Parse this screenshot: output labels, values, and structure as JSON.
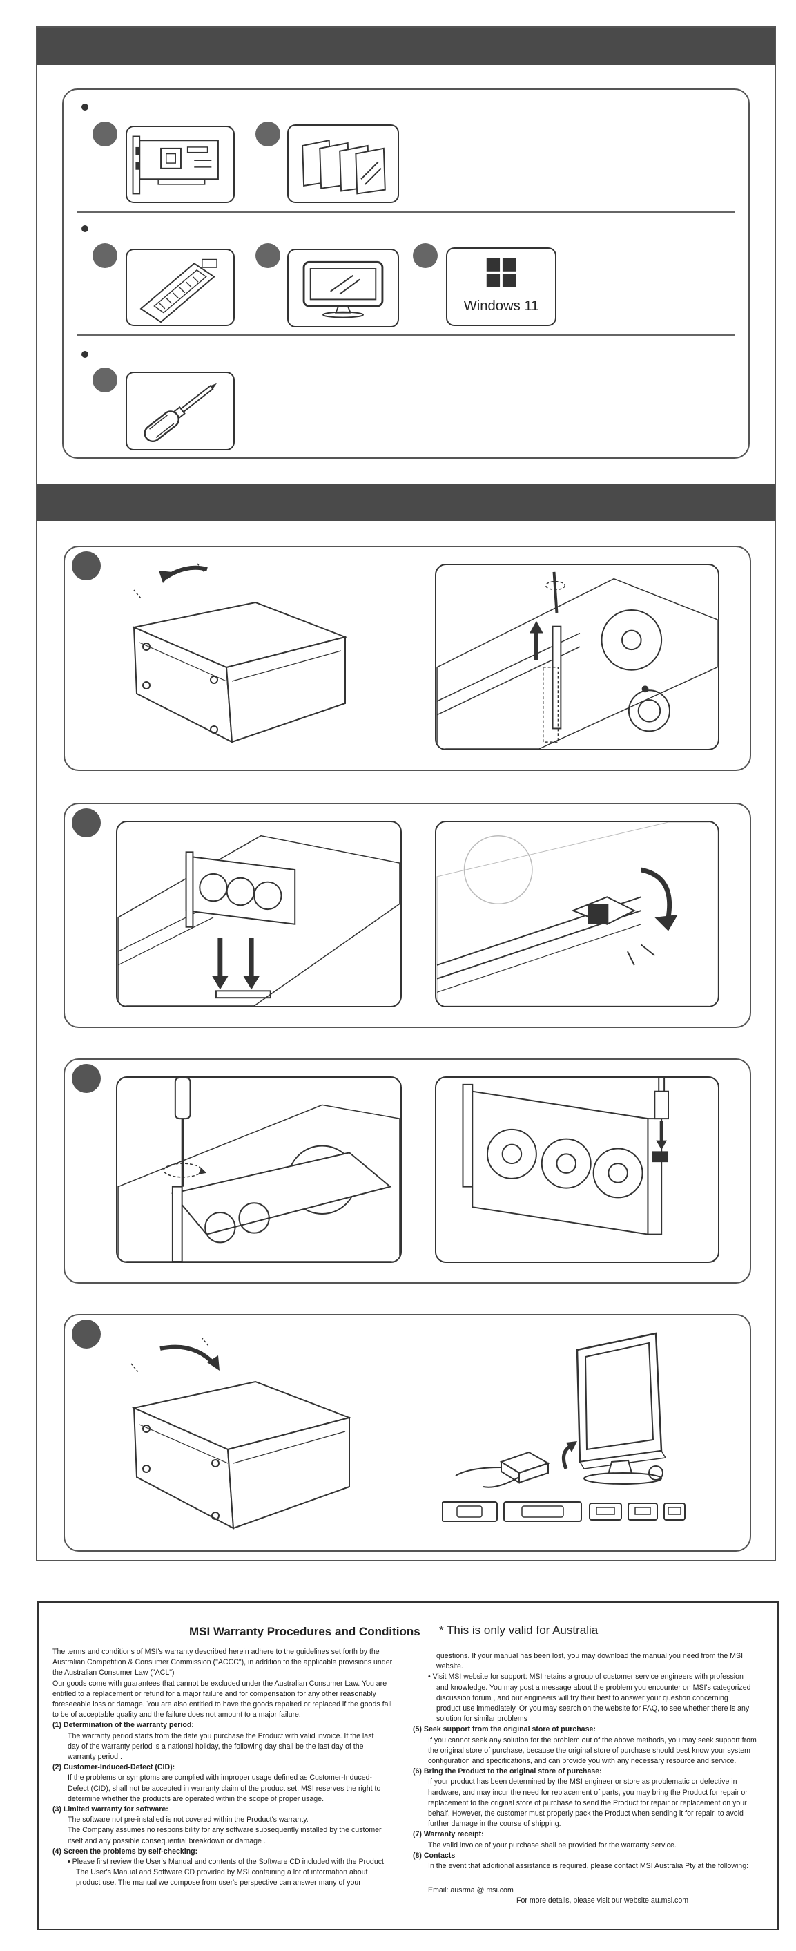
{
  "package": {
    "windows_logo_text": "Windows 11"
  },
  "warranty": {
    "title": "MSI Warranty Procedures and Conditions",
    "note": "* This is only valid for Australia",
    "intro": [
      "The terms and conditions of MSI's warranty described herein adhere to the guidelines set forth by the",
      "Australian Competition & Consumer Commission (\"ACCC\"), in addition to the applicable provisions under",
      "the Australian Consumer Law (\"ACL\")",
      "Our goods come with guarantees that cannot be excluded under the Australian Consumer Law. You are",
      "entitled to a replacement or refund for a major failure and for compensation for any other reasonably",
      "foreseeable loss or damage. You are also entitled to have the goods repaired or replaced if the goods fail",
      "to be of acceptable quality and the failure does not amount to a major failure."
    ],
    "s1_heading": "(1) Determination of the warranty period:",
    "s1_body": [
      "The warranty period starts from the date you purchase the Product with valid invoice. If the last",
      "day of the warranty period is a national holiday, the following day shall be the last day of the",
      "warranty period ."
    ],
    "s2_heading": "(2) Customer-Induced-Defect (CID):",
    "s2_body": [
      "If the problems or symptoms are complied with improper usage defined as Customer-Induced-",
      "Defect (CID), shall not be accepted in warranty claim of the product set. MSI reserves the right to",
      "determine whether the products are operated within the scope of proper usage."
    ],
    "s3_heading": "(3) Limited warranty for software:",
    "s3_body": [
      "The software not pre-installed is not covered within the Product's warranty.",
      "The Company assumes no responsibility for any software subsequently installed by the customer",
      "itself and any possible consequential breakdown or damage ."
    ],
    "s4_heading": "(4) Screen the problems by self-checking:",
    "s4_bullet1": [
      "• Please first review the User's Manual and contents of the Software CD included with the Product:",
      "The User's Manual and Software CD provided by MSI containing a lot of information about",
      "product use. The manual we compose from user's perspective can answer many of your"
    ],
    "right_top": [
      "questions. If your manual has been lost, you may download the manual you need from the MSI",
      "website."
    ],
    "s4_bullet2": [
      "• Visit MSI website for support: MSI retains a group of customer service engineers with profession",
      "and knowledge. You may post a message about the problem you encounter on MSI's categorized",
      "discussion forum , and our engineers will try their best to answer your question concerning",
      "product use immediately. Or you may search on the website for FAQ, to see whether there is any",
      "solution for similar problems"
    ],
    "s5_heading": "(5) Seek support from the original store of purchase:",
    "s5_body": [
      "If you cannot seek any solution for the problem out of the above methods, you may seek support from",
      "the original store of purchase, because the original store of purchase should best know your system",
      "configuration and specifications, and can provide you with any necessary resource and service."
    ],
    "s6_heading": "(6) Bring the Product to the original store of purchase:",
    "s6_body": [
      "If your product has been determined by the MSI engineer or store as problematic or defective in",
      "hardware, and may incur the need for replacement of parts, you may bring the Product for repair or",
      "replacement to the original store of purchase to send the Product for repair or replacement on your",
      "behalf. However, the customer must properly pack the Product when sending it for repair, to avoid",
      "further damage in the course of shipping."
    ],
    "s7_heading": "(7) Warranty receipt:",
    "s7_body": [
      "The valid invoice of your purchase shall be provided for the warranty service."
    ],
    "s8_heading": "(8) Contacts",
    "s8_body": [
      "In the event that additional assistance is required, please contact MSI Australia Pty at the following:"
    ],
    "email": "Email: ausrma @ msi.com",
    "more": "For more details, please visit our website au.msi.com"
  }
}
